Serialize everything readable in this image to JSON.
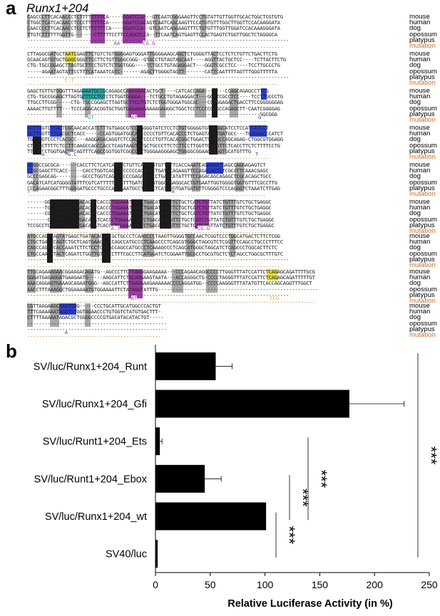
{
  "figure": {
    "panel_a_letter": "a",
    "panel_a_title": "Runx1+204",
    "panel_b_letter": "b"
  },
  "alignment": {
    "species": [
      "mouse",
      "human",
      "dog",
      "opossum",
      "platypus",
      "mutation"
    ],
    "colors": {
      "gray": "#a8a8a8",
      "black": "#1a1a1a",
      "purple": "#9b3aa3",
      "yellow": "#e6e040",
      "teal": "#2fa6a6",
      "blue": "#2a3fd6",
      "mutation": "#c8702a"
    },
    "blocks": [
      {
        "lines": [
          "CAGCCCTTCACAACCCTCTTTTTTTTCA-----GGATCCG---GTCAATCGGGAAGTTCCTGTATTGTTGGTTGCACTGGCTCGTGTG",
          "CTGGCTCATCACAACCTCCCTTTTTTCA-----GGATCCACAGTCAATCAGCAAGTTCCATGTGTTTGGCTTGGTTCCACAAGGATA",
          "CAACCCCTTCACAACCTCCTCTTTTTTCA----GGATCCA--GTCAATCAGGAAGTTTCTGTGTTTGGTTGGATCCACAAAGGGATA",
          "TTGTCTTTTTTGGTTG-------CTTTTTCCTTCCAGGTCCA--TTCAATCAGTGAGTTCCACTGAGTCTGGTTGGCTCTAGGGCA",
          "------------------------------------------------------------------------------------------"
        ],
        "marks": [
          {
            "text": "AA",
            "color": "#9b3aa3",
            "col": 30
          },
          {
            "text": "CG.G",
            "color": "#9b3aa3",
            "col": 40
          }
        ]
      },
      {
        "lines": [
          "CTTAGGCGATGCTAATCGAGTTCTGTCTGTGGGGAGTGGGATTGGGGAAGCAGCTCTGGGGTTACTCCTCTCTGTTCTGACTTCTG",
          "GCAACAGTGTGCTGAGCGGGTTCCTTCTGTTGGGCGGG--GTACCTGTAGTAGCAAT----AGGTTACTGCTCC----TCTTACTTCTG",
          "CTG-TGCCGGAGCTTAGTGCTTCCTGTCTCTGGTGGG----TCTGCCTGTAGAGGACT---GGGTCGCCTCC----TCCTTGCCCTG",
          "-----AGAATAGTATTCCTTTCATAAATCATC-------AGACTTGGGGTAGTT-------CATTCAATTTTAGTTTGGGTTTTTA",
          "------------------------------------------------------------------------------------------"
        ],
        "marks": [
          {
            "text": "T.T",
            "color": "#d9a82a",
            "col": 13
          }
        ]
      },
      {
        "lines": [
          "GAGCTGTTGTGGGTTTAGAAAATGCCGCAGAGCCAAGGAACACTGCT----CATCACCAGA-------CCAGCAGAGCCTTCG",
          "CTG-TGCCGGAGCTTAGTGCTTCCTGTCTCTGGTGGGGA---TCTGCCTGTAGAGGACT---GGGTCGCCTCC----TCCTTGCCCTG",
          "TTGCCTTCGG-----CTG-TGCCGGAGCTTAGTGCTTCCTGTCTCTGGTGGGATGGCAC---CCTGGAGACTGACCTTCCGGGGGGAG",
          "AAAACTTGTTTT---TCCCAGGCACGGTGCTGGTGAGAAGGAAAAGAGGGCTGGCTCCTCCCCGAGCCAGAGCTT-CAATCGGGGAG",
          "--------------------------------------------------------------------------------GGCGGG"
        ],
        "marks": [
          {
            "text": "GT",
            "color": "#2fa6a6",
            "col": 21
          },
          {
            "text": "AT",
            "color": "#9b3aa3",
            "col": 36
          },
          {
            "text": "G",
            "color": "#2a3fd6",
            "col": 80
          }
        ]
      },
      {
        "lines": [
          "AGTTGGTCTCACTCGCAACACCATCTTTGTGAGCGTCCCAGGGTATCTCCTCTGTGGGGGTGTGGGGCATCCTCCATCATCCT",
          "GCTTGGTTTTCACGCTCACC-----CCAGTGGATGGCAGCCCCCTGTTCACACCCTCTGAGTAGTTGATGCC---TGGGAACCCATCT",
          "TGTTGGTCCCTCACGCC---AAGGAGACAGGTCTCCAGGTCCCCTGTTCACACGGCTGGACTTCAGCCAGCAGAG-CTGGCGTGGAGG",
          "CTTTGCTTTTCTCCTTCAAGCCAGCCACCTCAGTAAGTTTGCTGCCCTTCTCTTCCTTGGTTGGAGTTCTCACCTTCTCTTTTCCTG",
          "TTTTCCCTGGTGACGGCAGTTTCAGCCGGTGGTCGGCCCTTGGGAAGGGAGCTGGGGCGGAAGTGGGTGCATGTTTG"
        ],
        "marks": [
          {
            "text": "A",
            "color": "#2a3fd6",
            "col": 5
          },
          {
            "text": "G.C",
            "color": "#2a3fd6",
            "col": 14
          },
          {
            "text": "T",
            "color": "#2a3fd6",
            "col": 79
          }
        ]
      },
      {
        "lines": [
          "GGGGCCGCGCA------CACCTTCTCATCACCTCTGTTCACTCGTGTTCTTCACCAAATCAGAAGATGAGCCAGGAGAGTCT",
          "CCGCGAGCTTCACC-----CACCTGGTCAGGATCCCCCACACACTGATGCAGAAGTTCCAGACAGTGTCGCATTCAAACGAGC",
          "GCCCGAGCAG---------GCCCTGGTCAGGTCCCCGAGATCGCCTGACCATATTTTCCAGACAGCAGAGCTCGCACAGCTGCC",
          "GACATCATCATGGGGTATTTCGTCATTTTTTCCTTTGATCTTTGTGGCTGAGGCACTGTGAATTGGTGGGGTGGTGTTTCGCCTTG",
          "CCCAGAACGGCTTTGGGGATGCCCTGCCCACCAAATGCCTTCTCTCATGGGTGATGATGTTCGGGGTCCCAGGGTCTAAATCTTGAG"
        ],
        "marks": [
          {
            "text": "T",
            "color": "#2a3fd6",
            "col": 0
          },
          {
            "text": "A",
            "color": "#2a3fd6",
            "col": 50
          }
        ]
      },
      {
        "lines": [
          "------GGCTCGCCCCTGACACATCACCCTGGAAATGATCTGACATCTGTTCTGCTCATCTGTTATCTGTTTGTCTGCTGAGGC",
          "------TGCTTGCCCCTGACACATCACCCTGGAAATGATCTGACATCTGTTCTGCTCATCTGTTATCTGTTTGTCTGCTGAGGC",
          "------CGCTTGCCCCTGACACATCACCCTGGAAATGATCTGACATCTGTTCTGCTCATCTGTTATCTGTTTGTCTGCTGAGGC",
          "-------CCCTTGCCCCTGACACATCACCCTGGAAATGATCTGACATCTGTTCTGCTCATCTGTTATCTGTTTGTCTGCTGAGGC",
          "TCCGCCTCGCTTGCCCCTGACACATCACCCTGGAAATGATCTGACATCTGTTCTGCTCATCTGTTATCTGTTTGTCTGCTGAGGC"
        ],
        "marks": [
          {
            "text": "A.T",
            "color": "#9b3aa3",
            "col": 29
          },
          {
            "text": "CG.G",
            "color": "#9b3aa3",
            "col": 59
          }
        ]
      },
      {
        "lines": [
          "ATGCCAGACAGTATGAGCTGATACAGCCCGCTGCCCTCAAGCCCTAAGTTGGGGTGCCAACTCGGTCCCTGGCATGACTCTTCTCGG",
          "CTGCTGAGTCAGTCTGCTCAGTGAAGAGCCAGCCATGCCCTCAAGCCCTCAGCGTGGGCTAGCGTCTCGGTTCCAGCCTGCCCTTTCC",
          "CAGCCAGTTCACCAAATCTTCTCCTCAAGCCAGCCATGCCCTCAAAGCCCTCAGCATGGGCTAGCATCTCAGCCCTGGCACTTCTC",
          "CTGCCAATCTACTCAGATCTGGTTGTCCCCTTTCGCCTTCATGGATCTCGGAATTGCGCCTGCGTGCTCTCTAGCCTGGCGCTTTGTC",
          "------------------------------------------------------------------------------------------"
        ],
        "marks": []
      },
      {
        "lines": [
          "TTGCAGAAAGAACGGAAGACAGATG--AGCCCTTCTTAAGGAAGAAAA---CCCAGAACAGGCCCCTTGGGTTTATCCATTCTCAGAGCAGATTTTGCG",
          "GGGATGAGAGGATGAAGAATG-----AAGCATTCTGCAGGAAGTAATA---ACCAGGGCTG-CCCCTAGGGTTTATCCATTCTCAGAGCAGATTTTTGT",
          "AAACAGGAGTGAAAGCAGAATGGG--AGCCATTCTTAAGGAAGAAAAAACCCCAGGATGG--CCCCAAGGGTTTATATGTTCACCAGCAGGTTTGGCT",
          "AACCTTTAAAGGCTGGAAAAATGTGGAAAATTCTATAGGTATTTG-------------------------------------------------------",
          "------------------------------------------------------------------------------------------"
        ],
        "marks": [
          {
            "text": "AT",
            "color": "#9b3aa3",
            "col": 36
          },
          {
            "text": "CCG",
            "color": "#d9a82a",
            "col": 84
          }
        ]
      },
      {
        "lines": [
          "CGTTAAGAAGCAAGTGGG-----CCCTGCATTGCATGGCCCACTGT",
          "TTTCAAAAAATAGATGTGGTAGAACCCTGTGGTCTATGTGACTTT-",
          "CTTTTAAAAATAGACGCTGGGGCCCCGTGACATACATACTGT-----",
          "------------------------------------------------",
          "------------------------------------------------"
        ],
        "marks": [
          {
            "text": "A",
            "color": "#2a3fd6",
            "col": 13
          }
        ]
      }
    ]
  },
  "chart_data": {
    "type": "bar",
    "orientation": "horizontal",
    "categories": [
      "SV/luc/Runx1+204_Runt",
      "SV/luc/Runx1+204_Gfi",
      "SV/luc/Runt1+204_Ets",
      "SV/luc/Runt1+204_Ebox",
      "SV/luc/Runx1+204_wt",
      "SV40/luc"
    ],
    "values": [
      55,
      177,
      4,
      45,
      101,
      2
    ],
    "errors": [
      15,
      50,
      2,
      15,
      0,
      0
    ],
    "xlabel": "Relative Luciferase Activity (in %)",
    "xlim": [
      0,
      250
    ],
    "xticks": [
      0,
      50,
      100,
      150,
      200,
      250
    ],
    "bar_color": "#000000",
    "grid": false,
    "significance": [
      {
        "label": "***",
        "from": 0,
        "to": 5
      },
      {
        "label": "***",
        "from": 2,
        "to": 4
      },
      {
        "label": "***",
        "from": 3,
        "to": 4
      },
      {
        "label": "***",
        "from": 4,
        "to": 5
      }
    ]
  }
}
